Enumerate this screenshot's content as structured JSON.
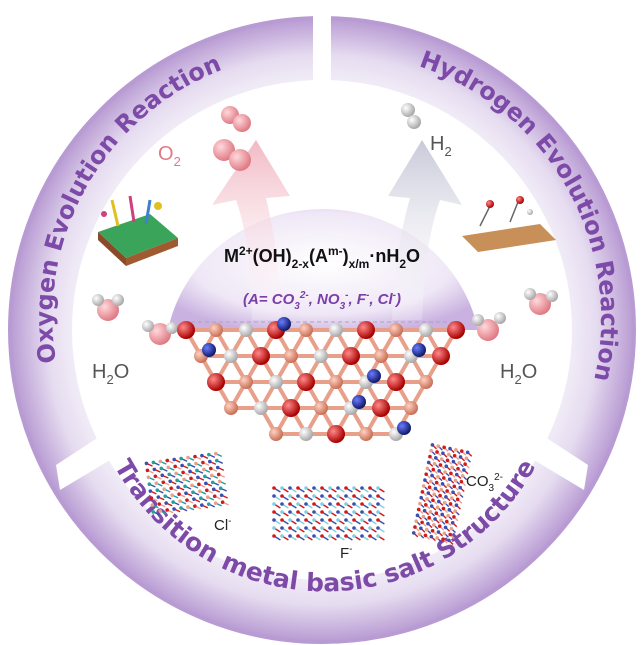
{
  "arc_labels": {
    "oer": "Oxygen Evolution Reaction",
    "her": "Hydrogen Evolution Reaction",
    "structure": "Transition metal basic salt Structure"
  },
  "formula": {
    "m": "M",
    "m_sup": "2+",
    "oh": "(OH)",
    "oh_sub": "2-x",
    "a_open": "(A",
    "a_sup": "m-",
    "a_close": ")",
    "a_sub": "x/m",
    "tail": "·nH",
    "h2o_sub": "2",
    "o": "O"
  },
  "anions": {
    "prefix": "(A= CO",
    "co3_sub": "3",
    "co3_sup": "2-",
    "no3": ", NO",
    "no3_sub": "3",
    "no3_sup": "-",
    "f": ", F",
    "f_sup": "-",
    "cl": ", Cl",
    "cl_sup": "-",
    "close": ")"
  },
  "molecules": {
    "o2": "O",
    "o2_sub": "2",
    "h2": "H",
    "h2_sub": "2",
    "h2o_left": "H",
    "h2o_left_sub": "2",
    "h2o_left_o": "O",
    "h2o_right": "H",
    "h2o_right_sub": "2",
    "h2o_right_o": "O"
  },
  "structure_labels": {
    "cl": "Cl",
    "cl_sup": "-",
    "f": "F",
    "f_sup": "-",
    "co3": "CO",
    "co3_sub": "3",
    "co3_sup": "2-"
  },
  "colors": {
    "ring": "#b89bd3",
    "ring_light": "#e6dcf0",
    "center_disk": "#d9c8e8",
    "arrow_pink": "#f1b9c4",
    "arrow_gray": "#c9c9d9",
    "oxygen_red": "#d11a1a",
    "metal_salmon": "#e9a08a",
    "nitrogen_blue": "#1b2a9a"
  }
}
